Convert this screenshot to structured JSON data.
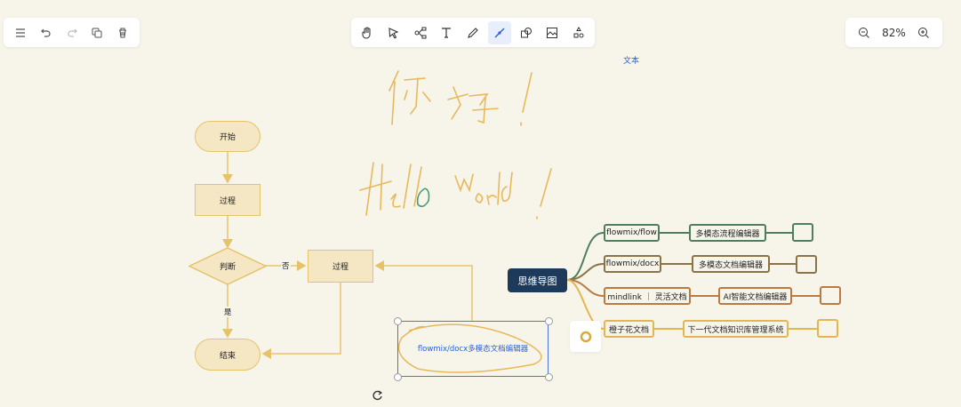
{
  "toolbar_left": {
    "items": [
      {
        "name": "menu",
        "icon": "menu-icon"
      },
      {
        "name": "undo",
        "icon": "undo-icon"
      },
      {
        "name": "redo",
        "icon": "redo-icon"
      },
      {
        "name": "copy",
        "icon": "copy-icon"
      },
      {
        "name": "delete",
        "icon": "trash-icon"
      }
    ]
  },
  "toolbar_center": {
    "items": [
      {
        "name": "hand",
        "icon": "hand-icon"
      },
      {
        "name": "select",
        "icon": "pointer-icon"
      },
      {
        "name": "mindmap",
        "icon": "mindmap-icon"
      },
      {
        "name": "text",
        "icon": "text-icon"
      },
      {
        "name": "pen",
        "icon": "pen-icon"
      },
      {
        "name": "connector",
        "icon": "connector-icon",
        "active": true
      },
      {
        "name": "shape",
        "icon": "shape-icon"
      },
      {
        "name": "image",
        "icon": "image-icon"
      },
      {
        "name": "more",
        "icon": "more-shapes-icon"
      }
    ]
  },
  "toolbar_right": {
    "zoom_out": "zoom-out-icon",
    "zoom_level": "82%",
    "zoom_in": "zoom-in-icon"
  },
  "canvas": {
    "floating_text": "文本",
    "handwriting": {
      "line1": "你 好 !",
      "line2": "Hello World !"
    },
    "flowchart": {
      "start": "开始",
      "process1": "过程",
      "decision": "判断",
      "process2": "过程",
      "end": "结束",
      "no_label": "否",
      "yes_label": "是"
    },
    "selected_shape_text": "flowmix/docx多模态文档编辑器",
    "mindmap": {
      "root": "思维导图",
      "branches": [
        {
          "label": "flowmix/flow",
          "child": "多模态流程编辑器",
          "color": "#4f7e5c"
        },
        {
          "label": "flowmix/docx",
          "child": "多模态文档编辑器",
          "color": "#8a7346"
        },
        {
          "label": "mindlink ｜ 灵活文档",
          "child": "AI智能文档编辑器",
          "color": "#b97a44"
        },
        {
          "label": "橙子花文档",
          "child": "下一代文档知识库管理系统",
          "color": "#e3b654"
        }
      ]
    },
    "float_button_icon": "circle-icon",
    "cursor_icon": "rotate-icon"
  },
  "colors": {
    "background": "#f7f5ea",
    "flow_fill": "#f5e6c4",
    "flow_stroke": "#e6c36a",
    "accent_blue": "#2b5fd9",
    "root_fill": "#1e3a5a"
  }
}
